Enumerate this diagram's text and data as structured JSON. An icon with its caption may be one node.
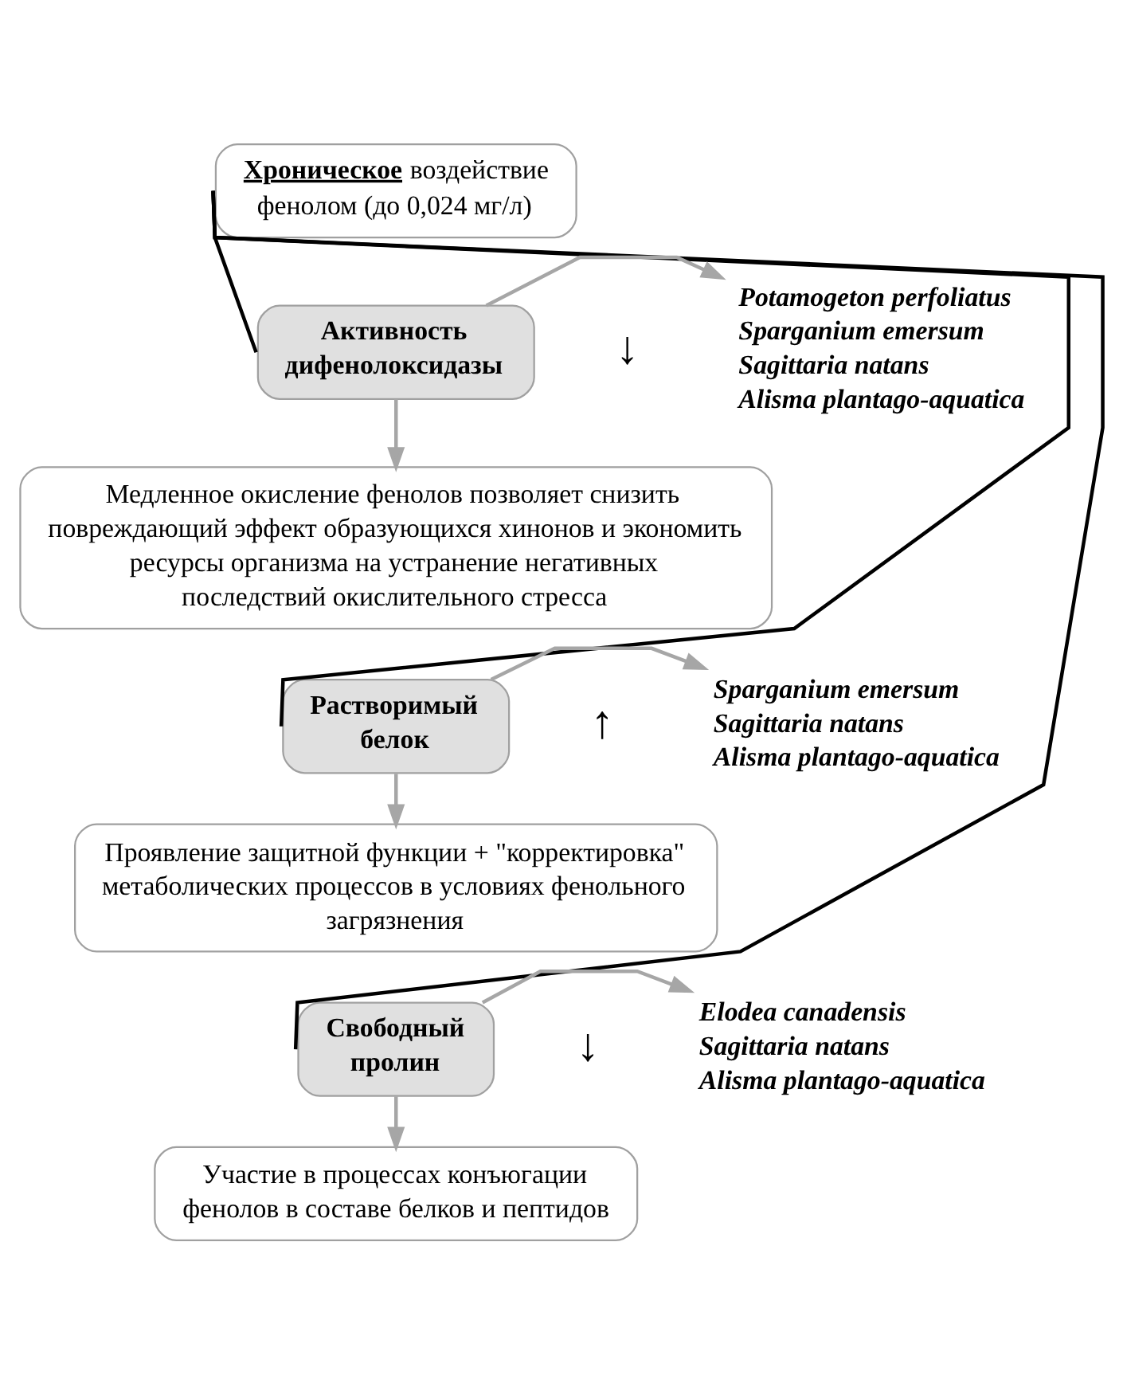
{
  "diagram": {
    "nodes": [
      {
        "text": [
          "**Хроническое** воздействие фенолом (до 0,024 мг/л)"
        ]
      },
      {
        "text": [
          "Активность дифенолоксидазы"
        ]
      },
      {
        "text": [
          "Potamogeton perfoliatus",
          "Sparganium emersum",
          "Sagittaria natans",
          "Alisma plantago-aquatica"
        ]
      },
      {
        "text": [
          "Медленное окисление фенолов позволяет снизить повреждающий эффект образующихся хинонов и экономить ресурсы организма на устранение негативных последствий окислительного стресса"
        ]
      },
      {
        "text": [
          "Растворимый белок"
        ]
      },
      {
        "text": [
          "Sparganium emersum",
          "Sagittaria natans",
          "Alisma plantago-aquatica"
        ]
      },
      {
        "text": [
          "Проявление защитной функции + \"корректировка\" метаболических процессов в условиях фенольного загрязнения"
        ]
      },
      {
        "text": [
          "Свободный пролин"
        ]
      },
      {
        "text": [
          "Elodea canadensis",
          "Sagittaria natans",
          "Alisma plantago-aquatica"
        ]
      },
      {
        "text": [
          "Участие в процессах конъюгации фенолов в составе белков и пептидов"
        ]
      }
    ],
    "edges": [
      {
        "from": 0,
        "to": 1,
        "arrow": "none",
        "color": "#000000"
      },
      {
        "from": 0,
        "to": 4,
        "arrow": "none",
        "color": "#000000"
      },
      {
        "from": 0,
        "to": 7,
        "arrow": "none",
        "color": "#000000"
      },
      {
        "from": 1,
        "to": 2,
        "arrow": "to"
      },
      {
        "from": 1,
        "to": 3,
        "arrow": "to"
      },
      {
        "from": 4,
        "to": 5,
        "arrow": "to"
      },
      {
        "from": 4,
        "to": 6,
        "arrow": "to"
      },
      {
        "from": 7,
        "to": 8,
        "arrow": "to"
      },
      {
        "from": 7,
        "to": 9,
        "arrow": "to"
      }
    ],
    "labels": [
      "↓",
      "↑",
      "↓"
    ]
  }
}
